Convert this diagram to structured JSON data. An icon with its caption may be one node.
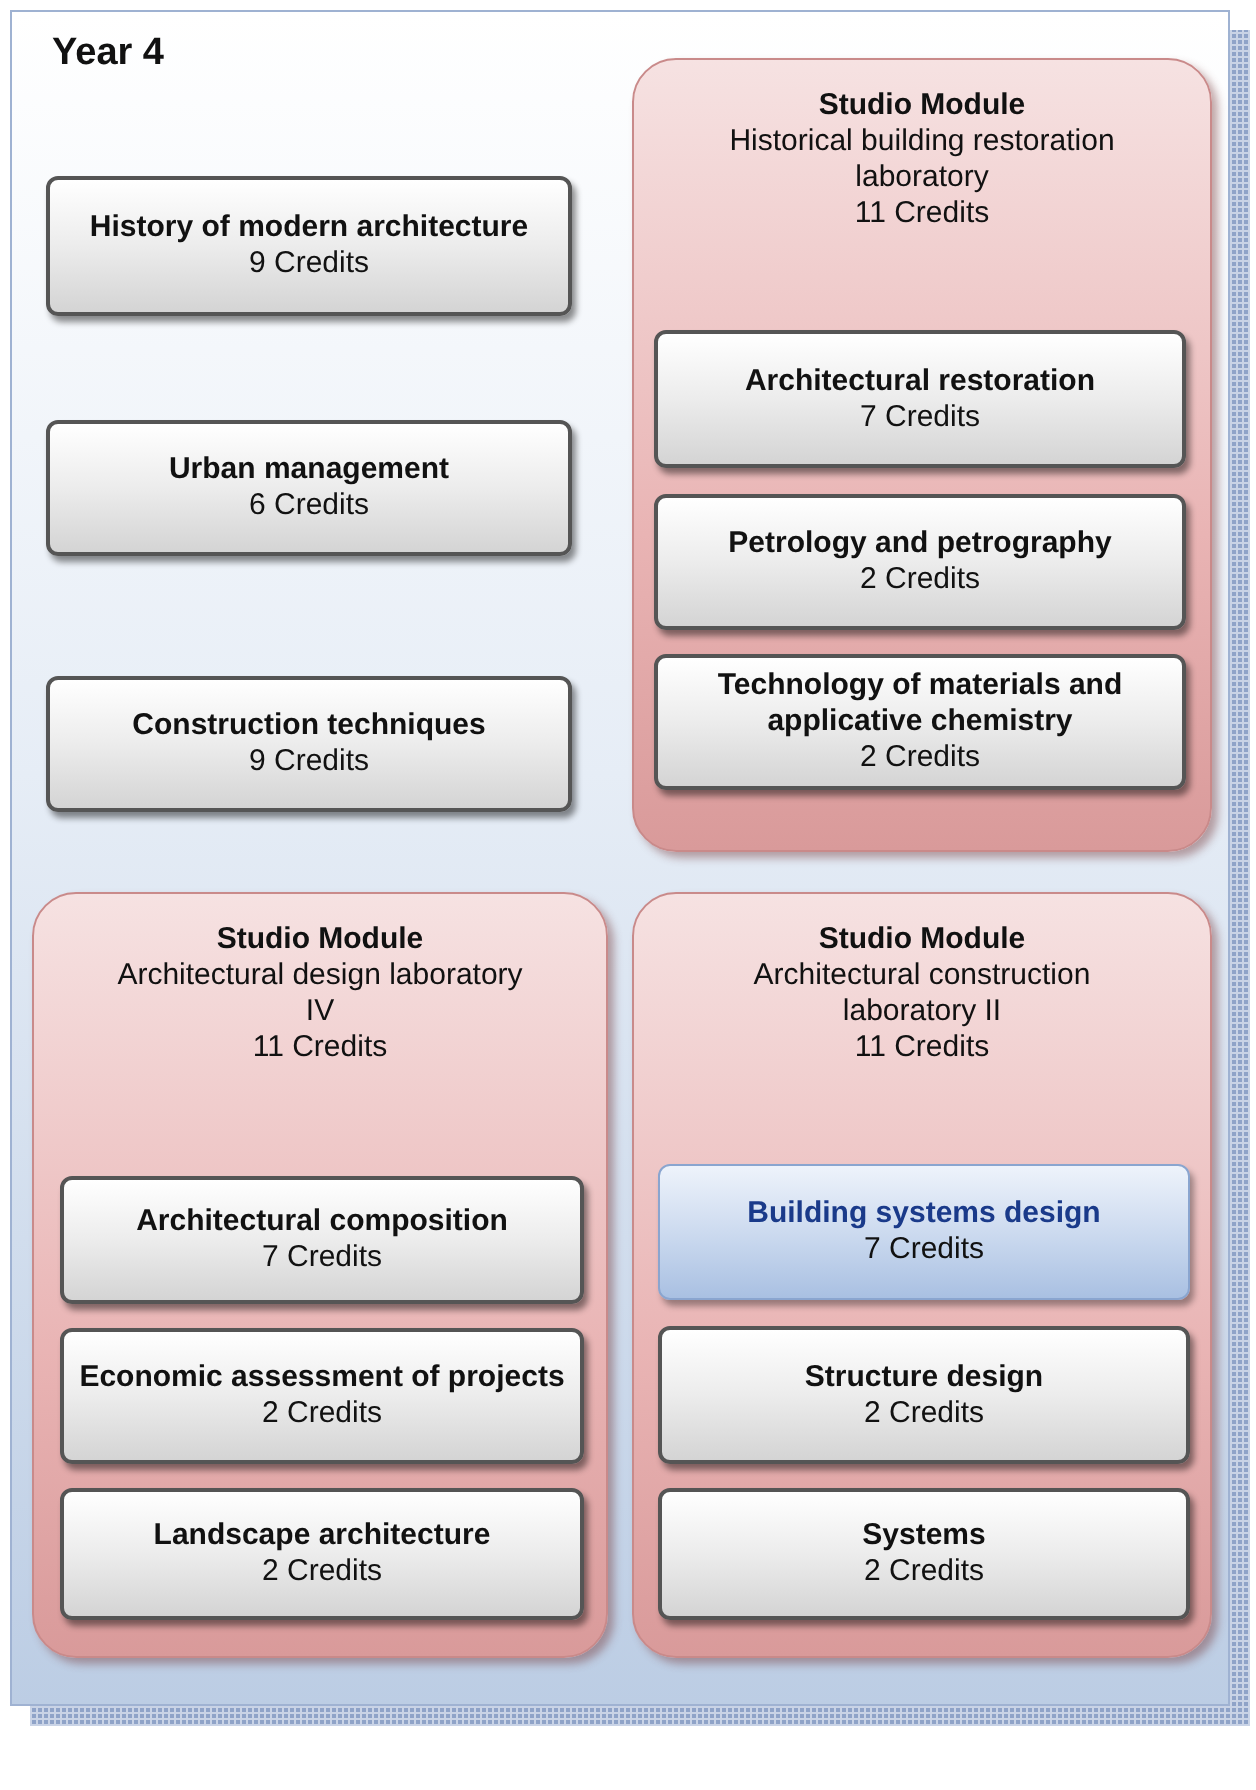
{
  "diagram": {
    "nodes": [
      {
        "text": [
          "Year 4"
        ]
      },
      {
        "text": [
          "History of modern architecture",
          "9 Credits"
        ],
        "in": 0
      },
      {
        "text": [
          "Urban management",
          "6 Credits"
        ],
        "in": 0
      },
      {
        "text": [
          "Construction techniques",
          "9 Credits"
        ],
        "in": 0
      },
      {
        "text": [
          "Studio Module",
          "Historical building restoration laboratory",
          "11 Credits"
        ],
        "in": 0
      },
      {
        "text": [
          "Architectural restoration",
          "7 Credits"
        ],
        "in": 4
      },
      {
        "text": [
          "Petrology and petrography",
          "2 Credits"
        ],
        "in": 4
      },
      {
        "text": [
          "Technology of materials and applicative chemistry",
          "2 Credits"
        ],
        "in": 4
      },
      {
        "text": [
          "Studio Module",
          "Architectural design laboratory IV",
          "11 Credits"
        ],
        "in": 0
      },
      {
        "text": [
          "Architectural composition",
          "7 Credits"
        ],
        "in": 8
      },
      {
        "text": [
          "Economic assessment of projects",
          "2 Credits"
        ],
        "in": 8
      },
      {
        "text": [
          "Landscape architecture",
          "2 Credits"
        ],
        "in": 8
      },
      {
        "text": [
          "Studio Module",
          "Architectural construction laboratory II",
          "11 Credits"
        ],
        "in": 0
      },
      {
        "text": [
          "Building systems design",
          "7 Credits"
        ],
        "in": 12
      },
      {
        "text": [
          "Structure design",
          "2 Credits"
        ],
        "in": 12
      },
      {
        "text": [
          "Systems",
          "2 Credits"
        ],
        "in": 12
      }
    ]
  }
}
